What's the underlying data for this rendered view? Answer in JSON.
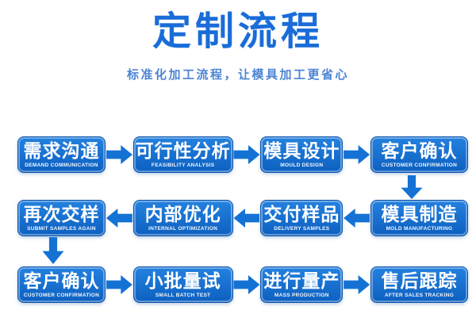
{
  "header": {
    "title": "定制流程",
    "subtitle": "标准化加工流程，让模具加工更省心"
  },
  "colors": {
    "title_blue": "#1a6dd8",
    "subtitle_blue": "#4b84d3",
    "box_gradient_top": "#2481df",
    "box_gradient_bottom": "#0d60c0",
    "box_border": "#0a52a8",
    "arrow_blue": "#1372d4",
    "box_text": "#ffffff",
    "background": "#ffffff"
  },
  "flow": {
    "rows": [
      {
        "direction": "right",
        "boxes": [
          {
            "zh": "需求沟通",
            "en": "DEMAND COMMUNICATION"
          },
          {
            "zh": "可行性分析",
            "en": "FEASIBILITY ANALYSIS"
          },
          {
            "zh": "模具设计",
            "en": "MOULD DESIGN"
          },
          {
            "zh": "客户确认",
            "en": "CUSTOMER CONFIRMATION"
          }
        ]
      },
      {
        "direction": "left",
        "boxes": [
          {
            "zh": "再次交样",
            "en": "SUBMIT SAMPLES AGAIN"
          },
          {
            "zh": "内部优化",
            "en": "INTERNAL OPTIMIZATION"
          },
          {
            "zh": "交付样品",
            "en": "DELIVERY SAMPLES"
          },
          {
            "zh": "模具制造",
            "en": "MOLD MANUFACTURING"
          }
        ]
      },
      {
        "direction": "right",
        "boxes": [
          {
            "zh": "客户确认",
            "en": "CUSTOMER CONFIRMATION"
          },
          {
            "zh": "小批量试",
            "en": "SMALL BATCH TEST"
          },
          {
            "zh": "进行量产",
            "en": "MASS PRODUCTION"
          },
          {
            "zh": "售后跟踪",
            "en": "AFTER SALES TRACKING"
          }
        ]
      }
    ]
  }
}
